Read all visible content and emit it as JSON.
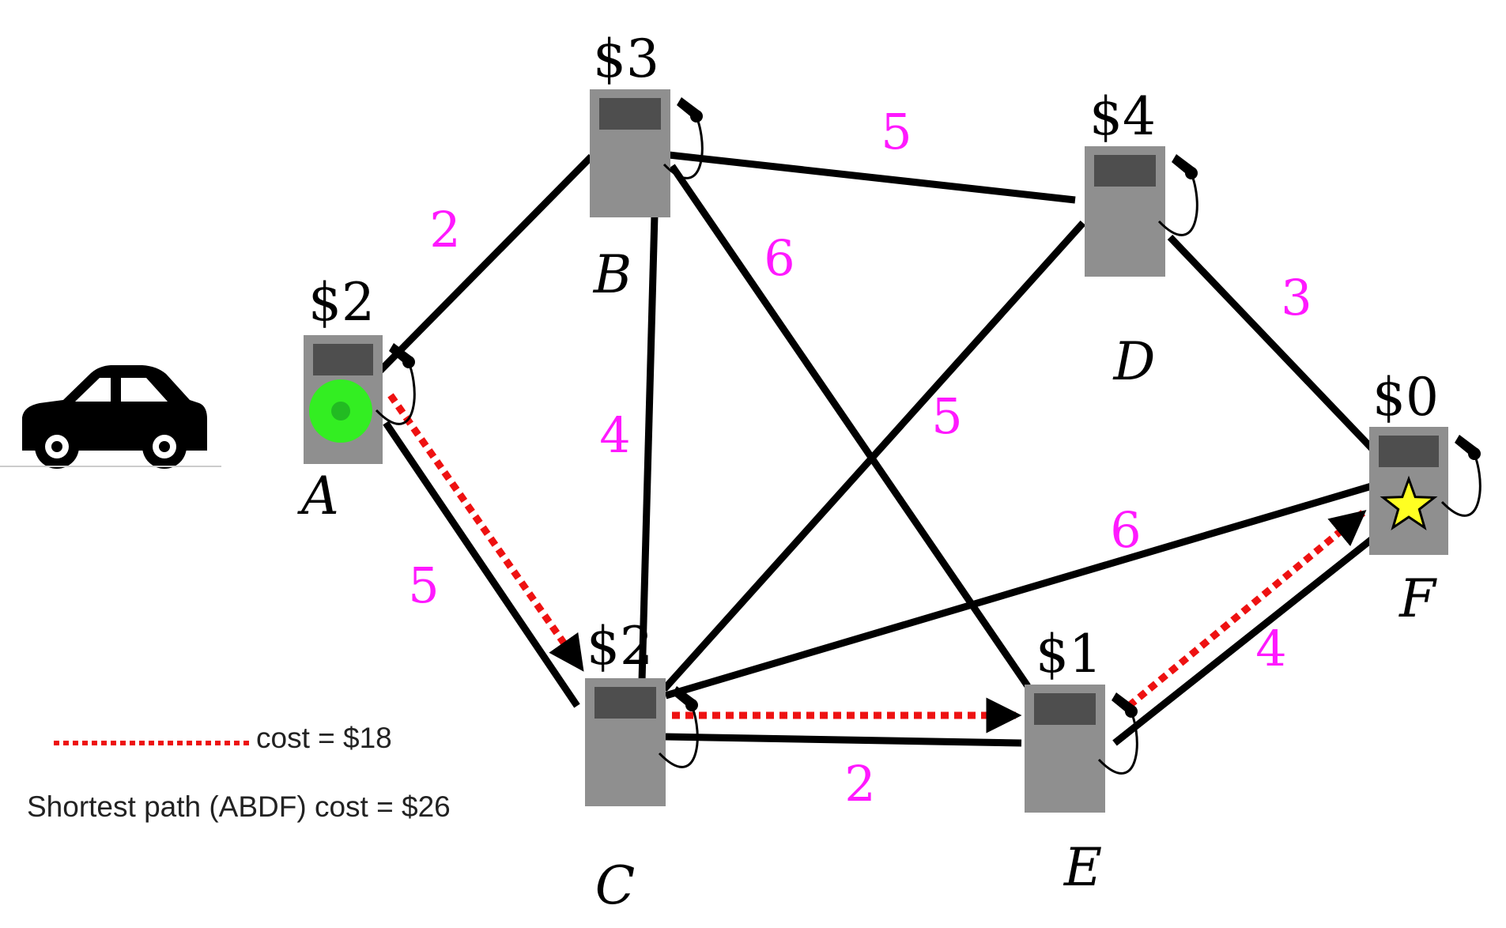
{
  "nodes": [
    {
      "id": "A",
      "label": "A",
      "price": "$2",
      "start": true
    },
    {
      "id": "B",
      "label": "B",
      "price": "$3"
    },
    {
      "id": "C",
      "label": "C",
      "price": "$2"
    },
    {
      "id": "D",
      "label": "D",
      "price": "$4"
    },
    {
      "id": "E",
      "label": "E",
      "price": "$1"
    },
    {
      "id": "F",
      "label": "F",
      "price": "$0",
      "goal": true
    }
  ],
  "edges": [
    {
      "from": "A",
      "to": "B",
      "weight": "2"
    },
    {
      "from": "A",
      "to": "C",
      "weight": "5"
    },
    {
      "from": "B",
      "to": "C",
      "weight": "4"
    },
    {
      "from": "B",
      "to": "D",
      "weight": "5"
    },
    {
      "from": "B",
      "to": "E",
      "weight": "6"
    },
    {
      "from": "C",
      "to": "D",
      "weight": "5"
    },
    {
      "from": "C",
      "to": "E",
      "weight": "2"
    },
    {
      "from": "C",
      "to": "F",
      "weight": "6"
    },
    {
      "from": "D",
      "to": "F",
      "weight": "3"
    },
    {
      "from": "E",
      "to": "F",
      "weight": "4"
    }
  ],
  "route": [
    "A",
    "C",
    "E",
    "F"
  ],
  "legend": {
    "route_cost": "cost = $18",
    "shortest": "Shortest path (ABDF) cost = $26"
  },
  "colors": {
    "edge": "#000000",
    "route": "#ee1111",
    "weight": "#ff19ff",
    "pump": "#8f8f8f",
    "pump_screen": "#4e4e4e",
    "start_marker": "#33ee22",
    "goal_marker": "#ffff22"
  },
  "icons": [
    "car-icon",
    "gas-pump-icon",
    "start-dot-icon",
    "goal-star-icon"
  ]
}
